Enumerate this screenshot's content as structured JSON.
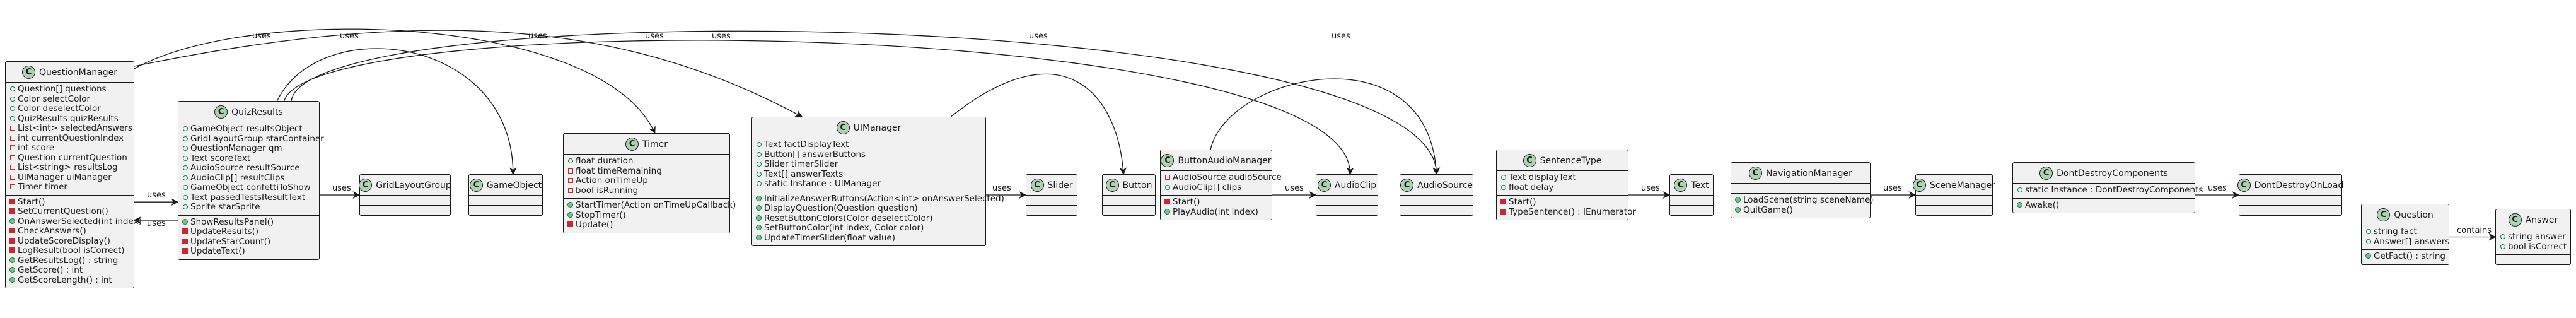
{
  "classes": {
    "QuestionManager": {
      "name": "QuestionManager",
      "fields": [
        {
          "vis": "public",
          "text": "Question[] questions"
        },
        {
          "vis": "public",
          "text": "Color selectColor"
        },
        {
          "vis": "public",
          "text": "Color deselectColor"
        },
        {
          "vis": "public",
          "text": "QuizResults quizResults"
        },
        {
          "vis": "private",
          "text": "List<int> selectedAnswers"
        },
        {
          "vis": "private",
          "text": "int currentQuestionIndex"
        },
        {
          "vis": "private",
          "text": "int score"
        },
        {
          "vis": "private",
          "text": "Question currentQuestion"
        },
        {
          "vis": "private",
          "text": "List<string> resultsLog"
        },
        {
          "vis": "private",
          "text": "UIManager uiManager"
        },
        {
          "vis": "private",
          "text": "Timer timer"
        }
      ],
      "methods": [
        {
          "vis": "private",
          "text": "Start()"
        },
        {
          "vis": "private",
          "text": "SetCurrentQuestion()"
        },
        {
          "vis": "public",
          "text": "OnAnswerSelected(int index)"
        },
        {
          "vis": "private",
          "text": "CheckAnswers()"
        },
        {
          "vis": "private",
          "text": "UpdateScoreDisplay()"
        },
        {
          "vis": "private",
          "text": "LogResult(bool isCorrect)"
        },
        {
          "vis": "public",
          "text": "GetResultsLog() : string"
        },
        {
          "vis": "public",
          "text": "GetScore() : int"
        },
        {
          "vis": "public",
          "text": "GetScoreLength() : int"
        }
      ]
    },
    "QuizResults": {
      "name": "QuizResults",
      "fields": [
        {
          "vis": "public",
          "text": "GameObject resultsObject"
        },
        {
          "vis": "public",
          "text": "GridLayoutGroup starContainer"
        },
        {
          "vis": "public",
          "text": "QuestionManager qm"
        },
        {
          "vis": "public",
          "text": "Text scoreText"
        },
        {
          "vis": "public",
          "text": "AudioSource resultSource"
        },
        {
          "vis": "public",
          "text": "AudioClip[] resultClips"
        },
        {
          "vis": "public",
          "text": "GameObject confettiToShow"
        },
        {
          "vis": "public",
          "text": "Text passedTestsResultText"
        },
        {
          "vis": "public",
          "text": "Sprite starSprite"
        }
      ],
      "methods": [
        {
          "vis": "public",
          "text": "ShowResultsPanel()"
        },
        {
          "vis": "private",
          "text": "UpdateResults()"
        },
        {
          "vis": "private",
          "text": "UpdateStarCount()"
        },
        {
          "vis": "private",
          "text": "UpdateText()"
        }
      ]
    },
    "GridLayoutGroup": {
      "name": "GridLayoutGroup",
      "fields": [],
      "methods": []
    },
    "GameObject": {
      "name": "GameObject",
      "fields": [],
      "methods": []
    },
    "Timer": {
      "name": "Timer",
      "fields": [
        {
          "vis": "public",
          "text": "float duration"
        },
        {
          "vis": "private",
          "text": "float timeRemaining"
        },
        {
          "vis": "private",
          "text": "Action onTimeUp"
        },
        {
          "vis": "private",
          "text": "bool isRunning"
        }
      ],
      "methods": [
        {
          "vis": "public",
          "text": "StartTimer(Action onTimeUpCallback)"
        },
        {
          "vis": "public",
          "text": "StopTimer()"
        },
        {
          "vis": "private",
          "text": "Update()"
        }
      ]
    },
    "UIManager": {
      "name": "UIManager",
      "fields": [
        {
          "vis": "public",
          "text": "Text factDisplayText"
        },
        {
          "vis": "public",
          "text": "Button[] answerButtons"
        },
        {
          "vis": "public",
          "text": "Slider timerSlider"
        },
        {
          "vis": "public",
          "text": "Text[] answerTexts"
        },
        {
          "vis": "public",
          "text": "static Instance : UIManager"
        }
      ],
      "methods": [
        {
          "vis": "public",
          "text": "InitializeAnswerButtons(Action<int> onAnswerSelected)"
        },
        {
          "vis": "public",
          "text": "DisplayQuestion(Question question)"
        },
        {
          "vis": "public",
          "text": "ResetButtonColors(Color deselectColor)"
        },
        {
          "vis": "public",
          "text": "SetButtonColor(int index, Color color)"
        },
        {
          "vis": "public",
          "text": "UpdateTimerSlider(float value)"
        }
      ]
    },
    "Slider": {
      "name": "Slider",
      "fields": [],
      "methods": []
    },
    "Button": {
      "name": "Button",
      "fields": [],
      "methods": []
    },
    "ButtonAudioManager": {
      "name": "ButtonAudioManager",
      "fields": [
        {
          "vis": "private",
          "text": "AudioSource audioSource"
        },
        {
          "vis": "public",
          "text": "AudioClip[] clips"
        }
      ],
      "methods": [
        {
          "vis": "private",
          "text": "Start()"
        },
        {
          "vis": "public",
          "text": "PlayAudio(int index)"
        }
      ]
    },
    "AudioClip": {
      "name": "AudioClip",
      "fields": [],
      "methods": []
    },
    "AudioSource": {
      "name": "AudioSource",
      "fields": [],
      "methods": []
    },
    "SentenceType": {
      "name": "SentenceType",
      "fields": [
        {
          "vis": "public",
          "text": "Text displayText"
        },
        {
          "vis": "public",
          "text": "float delay"
        }
      ],
      "methods": [
        {
          "vis": "private",
          "text": "Start()"
        },
        {
          "vis": "private",
          "text": "TypeSentence() : IEnumerator"
        }
      ]
    },
    "Text": {
      "name": "Text",
      "fields": [],
      "methods": []
    },
    "NavigationManager": {
      "name": "NavigationManager",
      "fields": [],
      "methods": [
        {
          "vis": "public",
          "text": "LoadScene(string sceneName)"
        },
        {
          "vis": "public",
          "text": "QuitGame()"
        }
      ]
    },
    "SceneManager": {
      "name": "SceneManager",
      "fields": [],
      "methods": []
    },
    "DontDestroyComponents": {
      "name": "DontDestroyComponents",
      "fields": [
        {
          "vis": "public",
          "text": "static Instance : DontDestroyComponents"
        }
      ],
      "methods": [
        {
          "vis": "public",
          "text": "Awake()"
        }
      ]
    },
    "DontDestroyOnLoad": {
      "name": "DontDestroyOnLoad",
      "fields": [],
      "methods": []
    },
    "Question": {
      "name": "Question",
      "fields": [
        {
          "vis": "public",
          "text": "string fact"
        },
        {
          "vis": "public",
          "text": "Answer[] answers"
        }
      ],
      "methods": [
        {
          "vis": "public",
          "text": "GetFact() : string"
        }
      ]
    },
    "Answer": {
      "name": "Answer",
      "fields": [
        {
          "vis": "public",
          "text": "string answer"
        },
        {
          "vis": "public",
          "text": "bool isCorrect"
        }
      ],
      "methods": []
    }
  },
  "class_badge": "C",
  "edges": [
    {
      "from": "QuestionManager",
      "to": "QuizResults",
      "label": "uses"
    },
    {
      "from": "QuizResults",
      "to": "QuestionManager",
      "label": "uses"
    },
    {
      "from": "QuestionManager",
      "to": "Timer",
      "label": "uses"
    },
    {
      "from": "QuestionManager",
      "to": "UIManager",
      "label": "uses"
    },
    {
      "from": "QuizResults",
      "to": "GridLayoutGroup",
      "label": "uses"
    },
    {
      "from": "QuizResults",
      "to": "GameObject",
      "label": "uses"
    },
    {
      "from": "QuizResults",
      "to": "AudioSource",
      "label": "uses"
    },
    {
      "from": "QuizResults",
      "to": "AudioClip",
      "label": "uses"
    },
    {
      "from": "UIManager",
      "to": "Slider",
      "label": "uses"
    },
    {
      "from": "UIManager",
      "to": "Button",
      "label": "uses"
    },
    {
      "from": "ButtonAudioManager",
      "to": "AudioClip",
      "label": "uses"
    },
    {
      "from": "ButtonAudioManager",
      "to": "AudioSource",
      "label": "uses"
    },
    {
      "from": "SentenceType",
      "to": "Text",
      "label": "uses"
    },
    {
      "from": "NavigationManager",
      "to": "SceneManager",
      "label": "uses"
    },
    {
      "from": "DontDestroyComponents",
      "to": "DontDestroyOnLoad",
      "label": "uses"
    },
    {
      "from": "Question",
      "to": "Answer",
      "label": "contains"
    }
  ],
  "colors": {
    "class_background": "#f1f1f1",
    "class_border": "#181818",
    "class_badge": "#add1b2",
    "public_marker": "#84be84",
    "private_marker": "#c82930",
    "line": "#181818"
  }
}
